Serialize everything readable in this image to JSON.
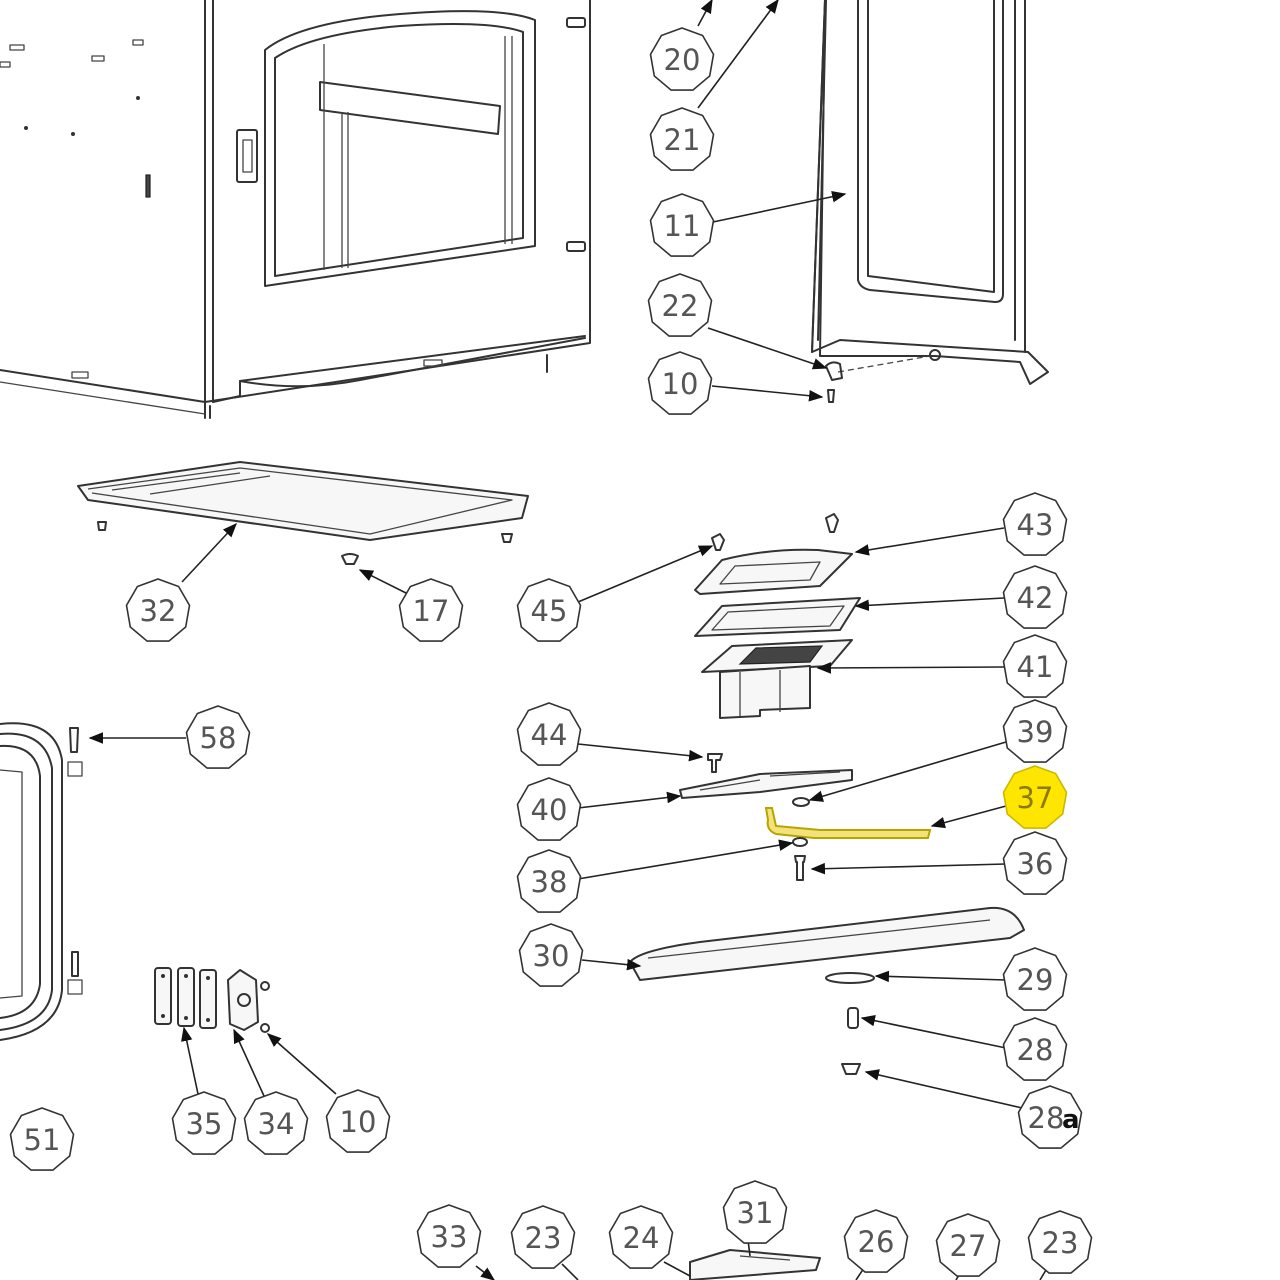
{
  "colors": {
    "line": "#333333",
    "callout_fill": "#ffffff",
    "highlight_fill": "#ffe600",
    "highlight_text": "#8a7a00"
  },
  "highlighted_part": "37",
  "callouts": [
    {
      "id": "c20",
      "label": "20"
    },
    {
      "id": "c21",
      "label": "21"
    },
    {
      "id": "c11",
      "label": "11"
    },
    {
      "id": "c22",
      "label": "22"
    },
    {
      "id": "c10a",
      "label": "10"
    },
    {
      "id": "c32",
      "label": "32"
    },
    {
      "id": "c17",
      "label": "17"
    },
    {
      "id": "c45",
      "label": "45"
    },
    {
      "id": "c43",
      "label": "43"
    },
    {
      "id": "c42",
      "label": "42"
    },
    {
      "id": "c41",
      "label": "41"
    },
    {
      "id": "c58",
      "label": "58"
    },
    {
      "id": "c44",
      "label": "44"
    },
    {
      "id": "c39",
      "label": "39"
    },
    {
      "id": "c37",
      "label": "37",
      "highlighted": true
    },
    {
      "id": "c40",
      "label": "40"
    },
    {
      "id": "c36",
      "label": "36"
    },
    {
      "id": "c38",
      "label": "38"
    },
    {
      "id": "c30",
      "label": "30"
    },
    {
      "id": "c29",
      "label": "29"
    },
    {
      "id": "c28",
      "label": "28"
    },
    {
      "id": "c28a",
      "label": "28",
      "suffix": "a"
    },
    {
      "id": "c35",
      "label": "35"
    },
    {
      "id": "c34",
      "label": "34"
    },
    {
      "id": "c10b",
      "label": "10"
    },
    {
      "id": "c51",
      "label": "51"
    },
    {
      "id": "c33",
      "label": "33"
    },
    {
      "id": "c23a",
      "label": "23"
    },
    {
      "id": "c24",
      "label": "24"
    },
    {
      "id": "c31",
      "label": "31"
    },
    {
      "id": "c26",
      "label": "26"
    },
    {
      "id": "c27",
      "label": "27"
    },
    {
      "id": "c23b",
      "label": "23"
    }
  ]
}
